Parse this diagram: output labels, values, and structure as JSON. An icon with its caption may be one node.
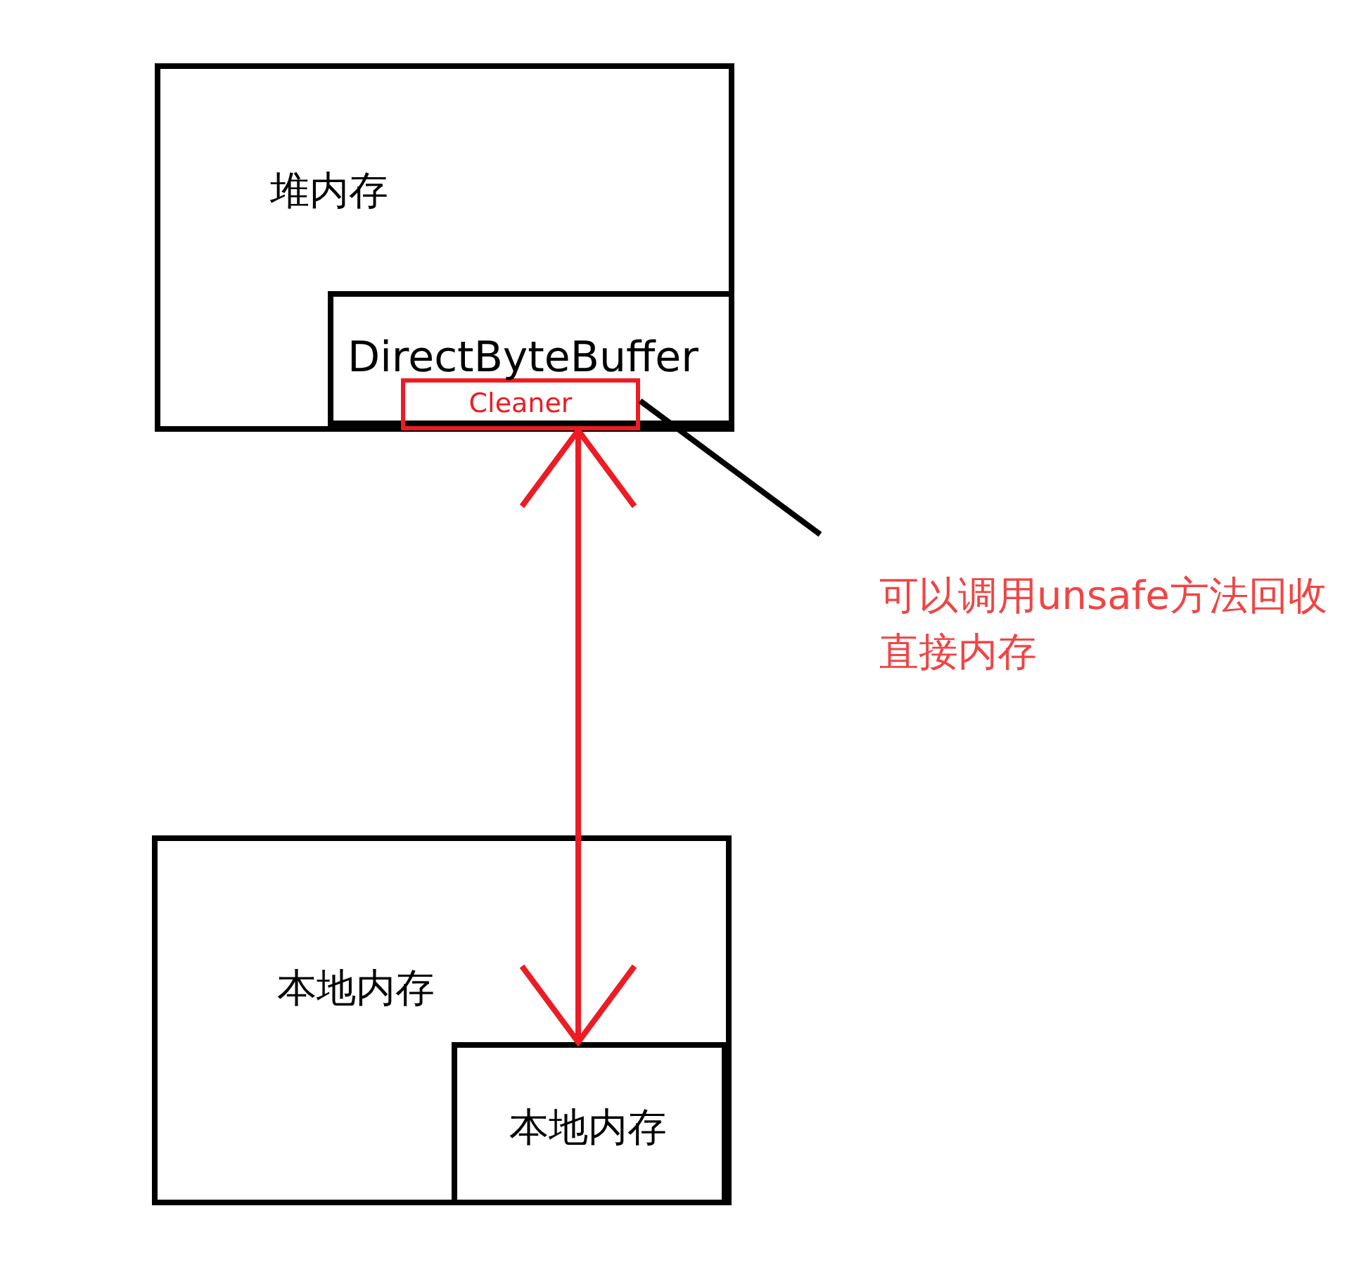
{
  "diagram": {
    "nodes": [
      {
        "text": [
          "堆内存"
        ]
      },
      {
        "text": [
          "DirectByteBuffer"
        ],
        "in": 0
      },
      {
        "text": [
          "Cleaner"
        ],
        "in": 1
      },
      {
        "text": [
          "本地内存"
        ]
      },
      {
        "text": [
          "本地内存"
        ],
        "in": 3
      },
      {
        "text": [
          "可以调用unsafe方法回收直接内存"
        ]
      }
    ],
    "edges": [
      {
        "from": 2,
        "to": 4,
        "arrow": "both",
        "color": "#ed1c24"
      },
      {
        "from": 5,
        "to": 2,
        "arrow": "none",
        "color": "#000000"
      }
    ]
  }
}
